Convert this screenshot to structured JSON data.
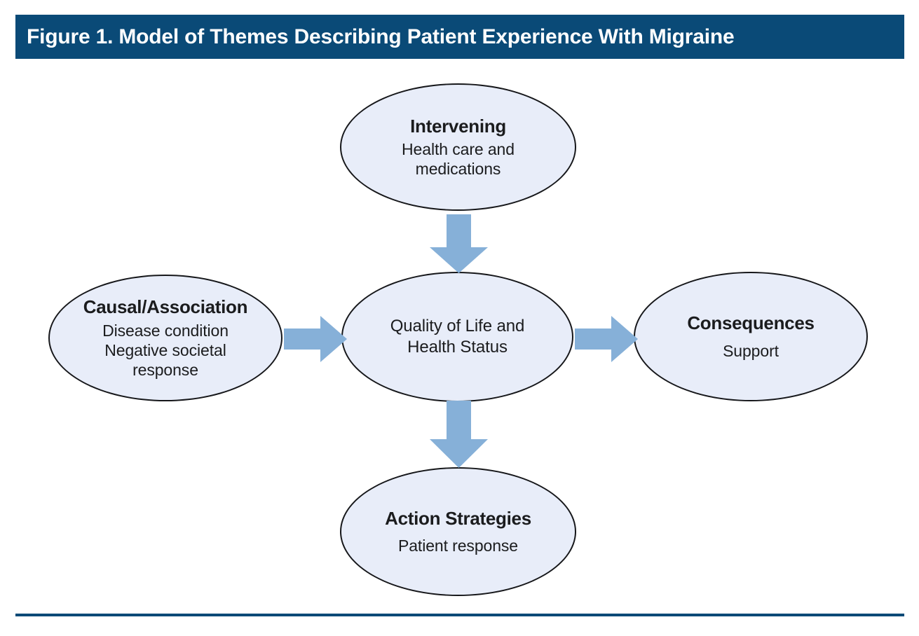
{
  "figure": {
    "title": "Figure 1. Model of Themes Describing Patient Experience With Migraine",
    "title_bar_color": "#0A4A77",
    "footer_rule_color": "#0A4A77",
    "node_fill_color": "#E8EDF9",
    "node_border_color": "#16171A",
    "arrow_color": "#86B0D8",
    "text_color": "#1B1C1E"
  },
  "nodes": {
    "intervening": {
      "heading": "Intervening",
      "sub_line1": "Health care and",
      "sub_line2": "medications"
    },
    "causal": {
      "heading": "Causal/Association",
      "sub_line1": "Disease condition",
      "sub_line2": "Negative societal",
      "sub_line3": "response"
    },
    "quality": {
      "heading": "",
      "sub_line1": "Quality of Life and",
      "sub_line2": "Health Status"
    },
    "consequences": {
      "heading": "Consequences",
      "sub_line1": "Support"
    },
    "action": {
      "heading": "Action Strategies",
      "sub_line1": "Patient response"
    }
  },
  "arrows": [
    {
      "name": "intervening-to-quality",
      "direction": "down",
      "from": "intervening",
      "to": "quality"
    },
    {
      "name": "causal-to-quality",
      "direction": "right",
      "from": "causal",
      "to": "quality"
    },
    {
      "name": "quality-to-consequences",
      "direction": "right",
      "from": "quality",
      "to": "consequences"
    },
    {
      "name": "quality-to-action",
      "direction": "down",
      "from": "quality",
      "to": "action"
    }
  ]
}
